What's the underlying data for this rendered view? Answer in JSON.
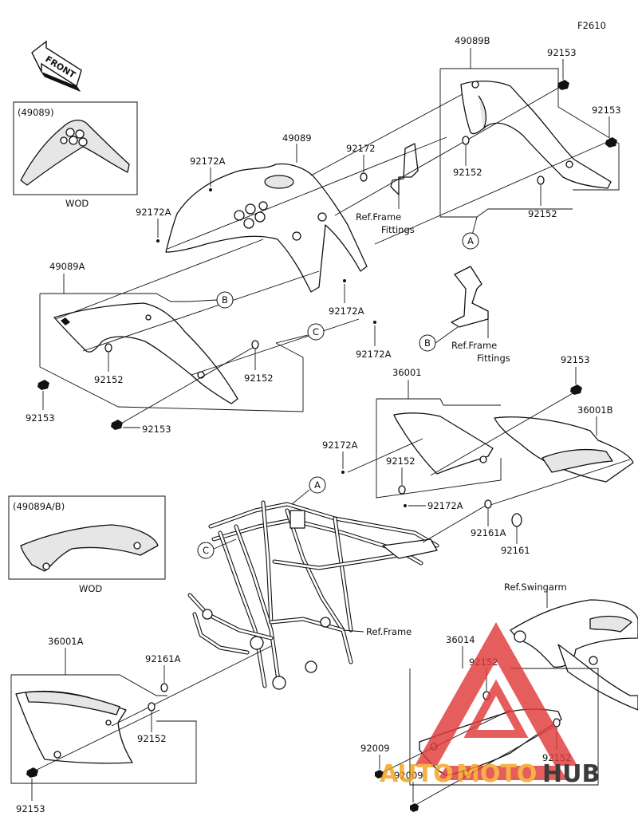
{
  "figure": {
    "code": "F2610",
    "front_label": "FRONT",
    "watermark": {
      "brand_a": "AUTO",
      "brand_b": "MOTO",
      "brand_c": "HUB",
      "red": "#e03a3a",
      "orange": "#f4a11d"
    }
  },
  "labels": {
    "p49089B": "49089B",
    "p49089": "49089",
    "p49089A": "49089A",
    "p36001": "36001",
    "p36001B": "36001B",
    "p36001A": "36001A",
    "p36014": "36014",
    "b92153_a": "92153",
    "b92153_b": "92153",
    "b92153_c": "92153",
    "b92153_d": "92153",
    "b92153_e": "92153",
    "b92153_f": "92153",
    "w92152_a": "92152",
    "w92152_b": "92152",
    "w92152_c": "92152",
    "w92152_d": "92152",
    "w92152_e": "92152",
    "w92152_f": "92152",
    "w92152_g": "92152",
    "w92152_h": "92152",
    "c92172": "92172",
    "c92172A_a": "92172A",
    "c92172A_b": "92172A",
    "c92172A_c": "92172A",
    "c92172A_d": "92172A",
    "c92172A_e": "92172A",
    "c92172A_f": "92172A",
    "r92161A_a": "92161A",
    "r92161A_b": "92161A",
    "r92161": "92161",
    "s92009_a": "92009",
    "s92009_b": "92009",
    "ref_frame_fittings_1a": "Ref.Frame",
    "ref_frame_fittings_1b": "Fittings",
    "ref_frame_fittings_2a": "Ref.Frame",
    "ref_frame_fittings_2b": "Fittings",
    "ref_frame": "Ref.Frame",
    "ref_swingarm": "Ref.Swingarm",
    "callout_A": "A",
    "callout_B": "B",
    "callout_C": "C"
  },
  "insets": {
    "inset1_title": "(49089)",
    "inset1_note": "WOD",
    "inset2_title": "(49089A/B)",
    "inset2_note": "WOD"
  }
}
